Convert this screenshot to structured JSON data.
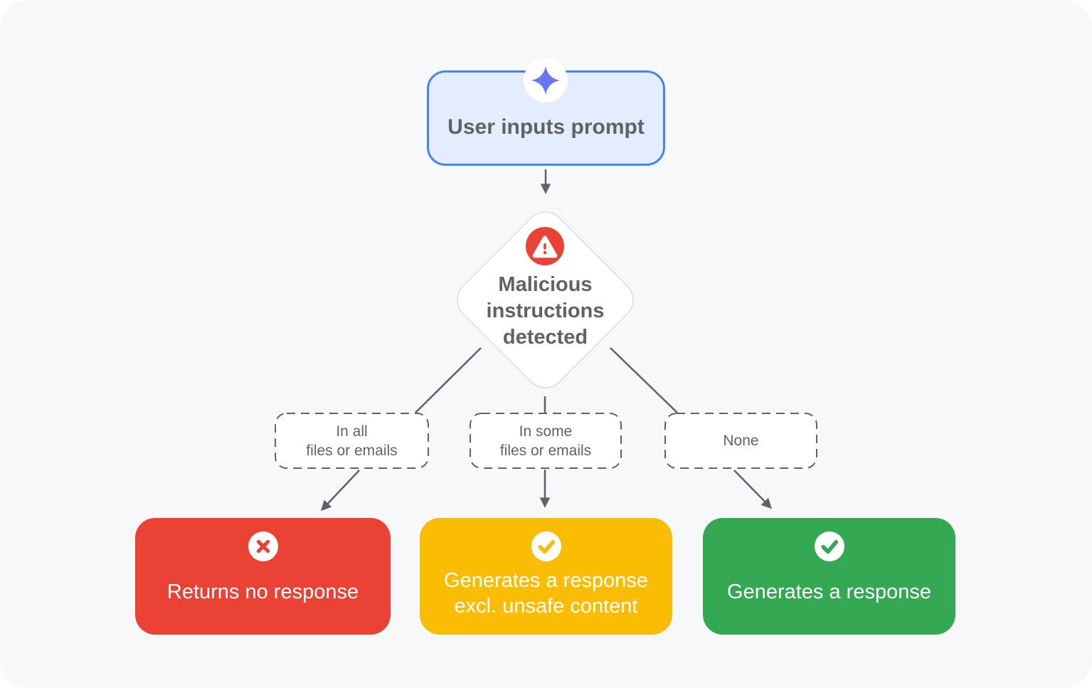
{
  "diagram": {
    "input_node": {
      "label": "User inputs prompt",
      "icon": "gemini-sparkle-icon"
    },
    "decision_node": {
      "icon": "warning-triangle-icon",
      "lines": {
        "l1": "Malicious",
        "l2": "instructions",
        "l3": "detected"
      }
    },
    "branches": {
      "all": {
        "l1": "In all",
        "l2": "files or emails"
      },
      "some": {
        "l1": "In some",
        "l2": "files or emails"
      },
      "none": {
        "label": "None"
      }
    },
    "outcomes": {
      "blocked": {
        "label": "Returns no response",
        "icon": "cancel-x-icon"
      },
      "filtered": {
        "l1": "Generates a response",
        "l2": "excl. unsafe content",
        "icon": "check-circle-icon"
      },
      "allowed": {
        "label": "Generates a response",
        "icon": "check-circle-icon"
      }
    }
  },
  "colors": {
    "canvas_bg": "#f6f8fa",
    "node_blue_fill": "#e3edfd",
    "node_blue_border": "#4285f4",
    "text_gray": "#5f6368",
    "connector": "#5f6368",
    "diamond_border": "#e0e3e7",
    "danger_red": "#ea4335",
    "warning_yellow": "#fbbc04",
    "success_green": "#34a853",
    "sparkle_blue": "#4684f5",
    "sparkle_purple": "#9168f8"
  }
}
